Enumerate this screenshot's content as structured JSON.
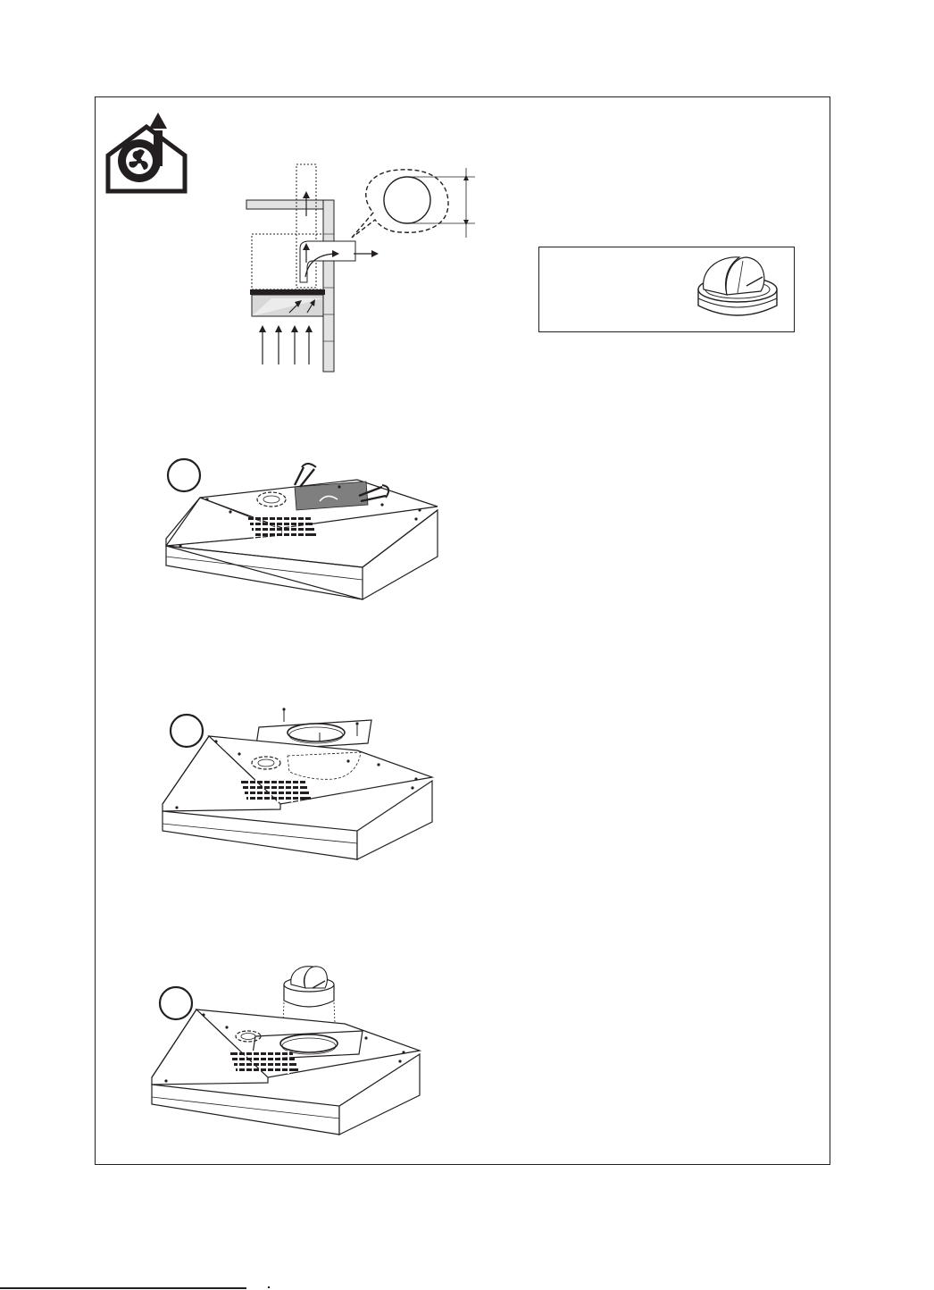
{
  "colors": {
    "line": "#231f20",
    "shade": "#7f7f7f",
    "light_shade": "#d8d8d8",
    "panel": "#e2e2e2"
  },
  "icons": {
    "venting_logo": "house-fan-exhaust-icon",
    "damper": "damper-collar-icon"
  },
  "figures": {
    "wall_diagram": "wall-venting-diagram",
    "damper_box": "damper-callout",
    "step1": "hood-cut-knockout",
    "step2": "hood-mount-plate",
    "step3": "hood-install-damper"
  }
}
